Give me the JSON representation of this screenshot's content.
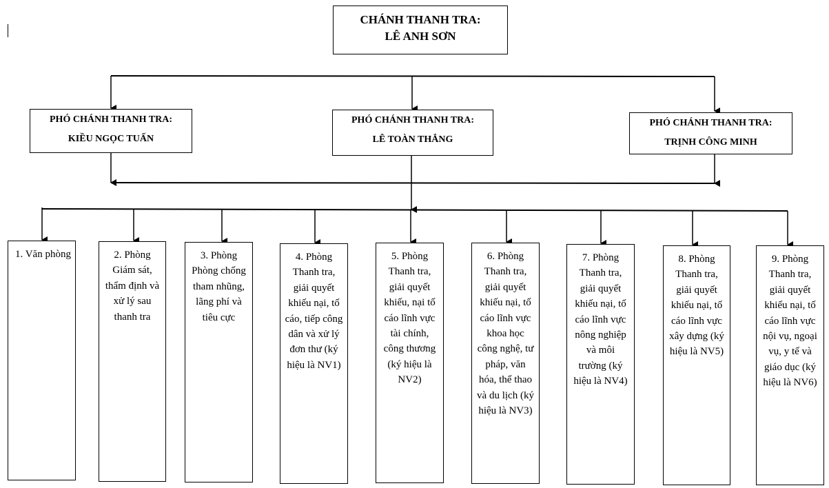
{
  "chief": {
    "title": "CHÁNH THANH TRA:",
    "name": "LÊ ANH SƠN"
  },
  "deputies": [
    {
      "title": "PHÓ CHÁNH THANH TRA:",
      "name": "KIỀU NGỌC TUẤN"
    },
    {
      "title": "PHÓ CHÁNH THANH TRA:",
      "name": "LÊ TOÀN THẮNG"
    },
    {
      "title": "PHÓ CHÁNH THANH TRA:",
      "name": "TRỊNH CÔNG MINH"
    }
  ],
  "units": [
    {
      "label": "1. Văn phòng"
    },
    {
      "label": "2. Phòng Giám sát, thẩm định và xử lý sau thanh tra"
    },
    {
      "label": "3. Phòng Phòng chống tham nhũng, lãng phí và tiêu cực"
    },
    {
      "label": "4. Phòng Thanh tra, giải quyết khiếu nại, tố cáo, tiếp công dân và xử lý đơn thư (ký hiệu là NV1)"
    },
    {
      "label": "5. Phòng Thanh tra, giải quyết khiếu, nại tố cáo lĩnh vực tài chính, công thương (ký hiệu là NV2)"
    },
    {
      "label": "6. Phòng Thanh tra, giải quyết khiếu nại, tố cáo lĩnh vực khoa học công nghệ, tư pháp, văn hóa, thể thao và du lịch (ký hiệu là NV3)"
    },
    {
      "label": "7. Phòng Thanh tra, giải quyết khiếu nại, tố cáo lĩnh vực nông nghiệp và môi trường (ký hiệu là NV4)"
    },
    {
      "label": "8. Phòng Thanh tra, giải quyết khiếu nại, tố cáo lĩnh vực xây dựng (ký hiệu là NV5)"
    },
    {
      "label": "9. Phòng Thanh tra, giải quyết khiếu nại, tố cáo lĩnh vực nội vụ, ngoại vụ, y tế và giáo dục (ký hiệu là NV6)"
    }
  ],
  "colors": {
    "line": "#000000",
    "background": "#ffffff"
  }
}
